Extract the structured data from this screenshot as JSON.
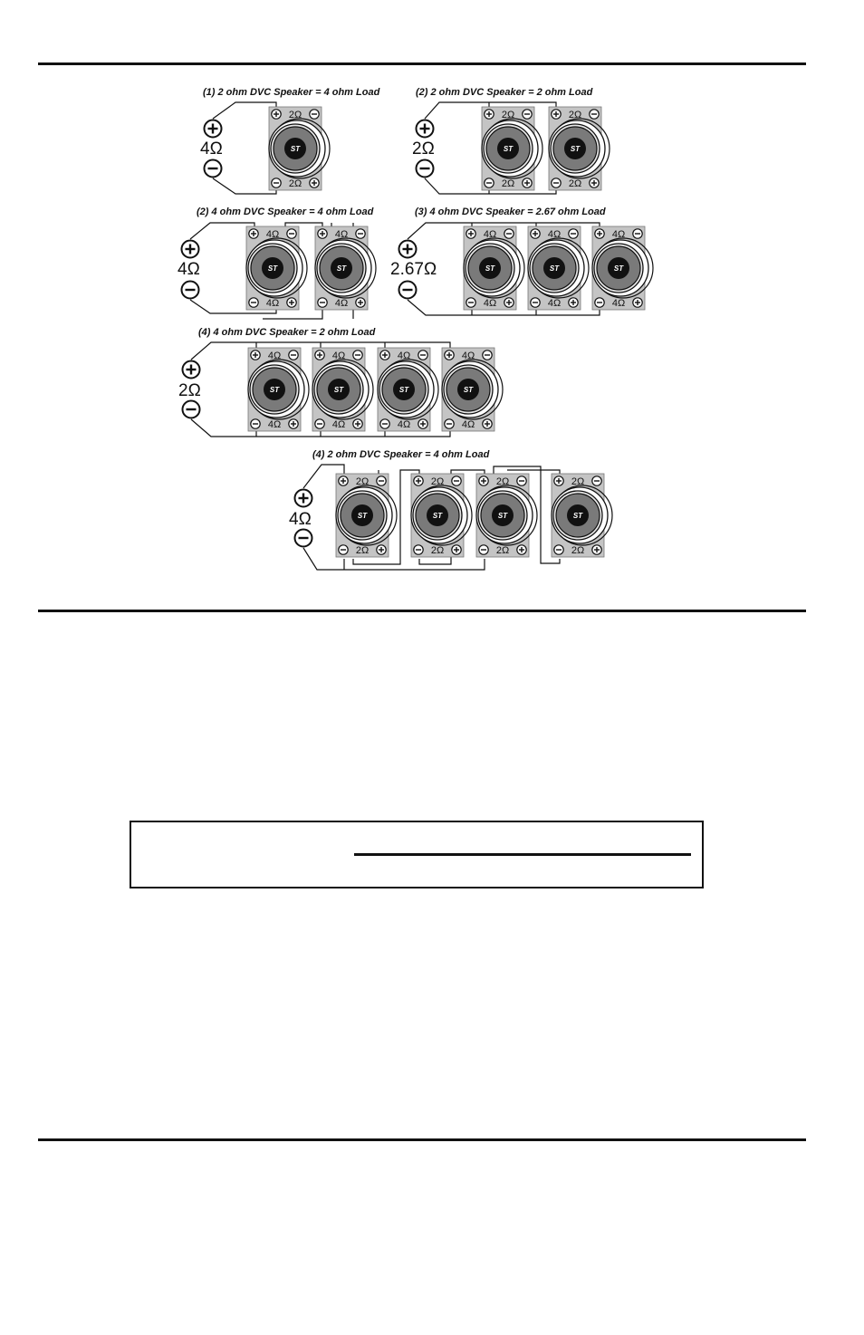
{
  "symbols": {
    "plus": "+",
    "minus": "−",
    "logo": "ST"
  },
  "diagrams": [
    {
      "id": "d1",
      "title": "(1) 2 ohm DVC Speaker = 4 ohm Load",
      "load": "4Ω",
      "coil": "2Ω"
    },
    {
      "id": "d2",
      "title": "(2) 2 ohm DVC Speaker = 2 ohm Load",
      "load": "2Ω",
      "coil": "2Ω"
    },
    {
      "id": "d3",
      "title": "(2) 4 ohm DVC Speaker = 4 ohm Load",
      "load": "4Ω",
      "coil": "4Ω"
    },
    {
      "id": "d4",
      "title": "(3) 4 ohm DVC Speaker = 2.67 ohm Load",
      "load": "2.67Ω",
      "coil": "4Ω"
    },
    {
      "id": "d5",
      "title": "(4) 4 ohm DVC Speaker = 2 ohm Load",
      "load": "2Ω",
      "coil": "4Ω"
    },
    {
      "id": "d6",
      "title": "(4) 2 ohm DVC Speaker = 4 ohm Load",
      "load": "4Ω",
      "coil": "2Ω"
    }
  ],
  "colors": {
    "plate": "#c4c4c4",
    "cone": "#7a7a7a",
    "ring": "#e6e6e6",
    "line": "#111111"
  }
}
